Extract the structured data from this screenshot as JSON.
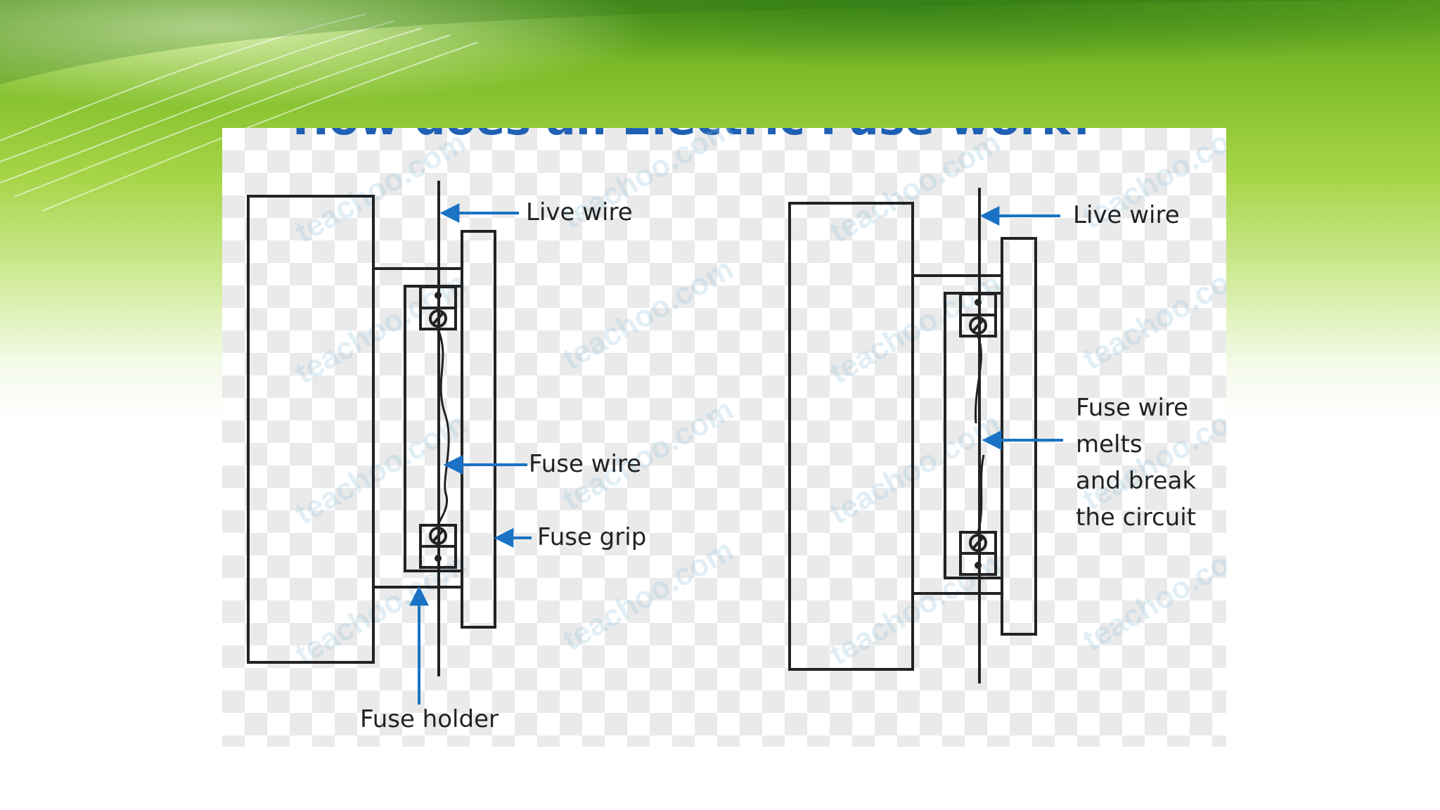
{
  "slide": {
    "title_partial": "How does an Electric Fuse work?",
    "watermark": "teachoo.com"
  },
  "diagram": {
    "left": {
      "live_wire_label": "Live wire",
      "fuse_wire_label": "Fuse wire",
      "fuse_grip_label": "Fuse grip",
      "fuse_holder_label": "Fuse holder"
    },
    "right": {
      "live_wire_label": "Live wire",
      "melt_label": "Fuse wire\nmelts\nand break\nthe circuit"
    }
  },
  "colors": {
    "arrow": "#1a73c4",
    "line": "#222222",
    "banner_green": "#7fbd2a",
    "title_blue": "#1f5fb4"
  }
}
